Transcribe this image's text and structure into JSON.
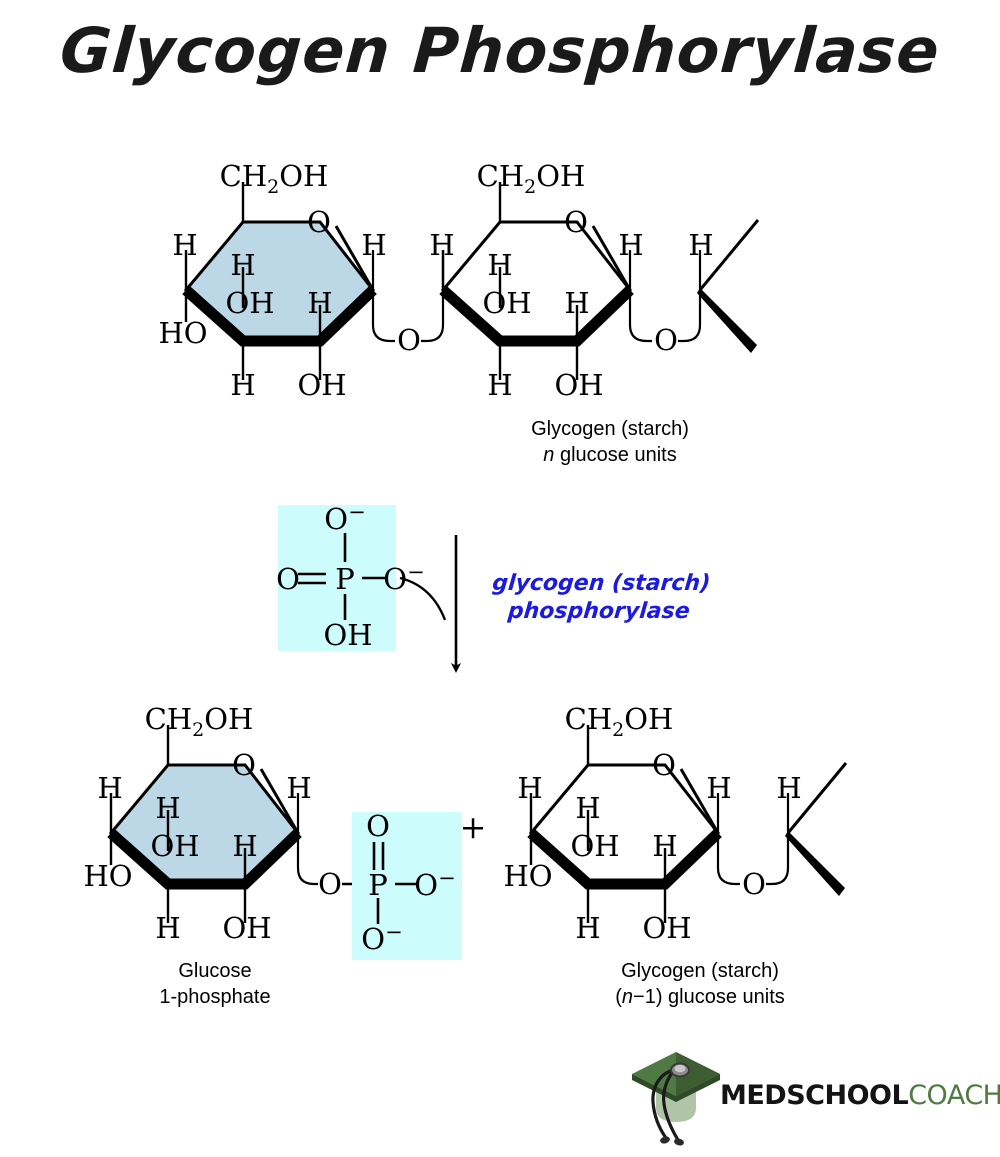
{
  "page": {
    "title": "Glycogen Phosphorylase",
    "background": "#ffffff"
  },
  "colors": {
    "ring_fill_shaded": "#bcd8e6",
    "ring_fill_plain": "#ffffff",
    "phosphate_box": "#ccfcfc",
    "enzyme_label": "#1a1ae0",
    "bond": "#000000",
    "logo_green": "#4f7a43",
    "logo_cap_dark": "#3d5c32",
    "logo_black": "#141414"
  },
  "reactant": {
    "caption_line1": "Glycogen (starch)",
    "caption_line2_italic": "n",
    "caption_line2_rest": " glucose units",
    "rings": [
      {
        "name": "glucose-unit-shaded",
        "shaded": true,
        "labels": {
          "c6": "CH",
          "c6_sub": "2",
          "c6_tail": "OH",
          "ring_oxygen": "O",
          "left_up": "H",
          "left_down": "HO",
          "inner_up": "H",
          "inner_oh": "OH",
          "inner_h": "H",
          "bottom_left": "H",
          "bottom_right": "OH",
          "right_up": "H"
        }
      },
      {
        "name": "glucose-unit-plain",
        "shaded": false,
        "labels": {
          "c6": "CH",
          "c6_sub": "2",
          "c6_tail": "OH",
          "ring_oxygen": "O",
          "left_up": "H",
          "inner_up": "H",
          "inner_oh": "OH",
          "inner_h": "H",
          "bottom_left": "H",
          "bottom_right": "OH",
          "right_up": "H"
        }
      }
    ],
    "glycosidic_oxygens": [
      "O",
      "O"
    ],
    "terminal_h": "H"
  },
  "phosphate_reactant": {
    "name": "inorganic-phosphate",
    "top": "O",
    "top_charge": "−",
    "left": "O",
    "center": "P",
    "right": "O",
    "right_charge": "−",
    "bottom": "OH",
    "double_bond": true
  },
  "enzyme": {
    "line1": "glycogen (starch)",
    "line2": "phosphorylase"
  },
  "arrow": {
    "direction": "down",
    "name": "reaction-arrow"
  },
  "product_left": {
    "caption_line1": "Glucose",
    "caption_line2": "1-phosphate",
    "ring": {
      "name": "glucose-1-phosphate-ring",
      "shaded": true,
      "labels": {
        "c6": "CH",
        "c6_sub": "2",
        "c6_tail": "OH",
        "ring_oxygen": "O",
        "left_up": "H",
        "left_down": "HO",
        "inner_up": "H",
        "inner_oh": "OH",
        "inner_h": "H",
        "bottom_left": "H",
        "bottom_right": "OH",
        "right_up": "H"
      }
    },
    "linkage_oxygen": "O",
    "phosphate": {
      "name": "phosphate-product",
      "top": "O",
      "center": "P",
      "right": "O",
      "right_charge": "−",
      "bottom": "O",
      "bottom_charge": "−",
      "double_bond": true
    }
  },
  "plus_sign": "+",
  "product_right": {
    "caption_line1": "Glycogen (starch)",
    "caption_line2_pre": "(",
    "caption_line2_italic": "n",
    "caption_line2_post": "−1) glucose units",
    "ring": {
      "name": "glycogen-shortened-ring",
      "shaded": false,
      "labels": {
        "c6": "CH",
        "c6_sub": "2",
        "c6_tail": "OH",
        "ring_oxygen": "O",
        "left_up": "H",
        "left_down": "HO",
        "inner_up": "H",
        "inner_oh": "OH",
        "inner_h": "H",
        "bottom_left": "H",
        "bottom_right": "OH",
        "right_up": "H"
      }
    },
    "glycosidic_oxygen": "O",
    "terminal_h": "H"
  },
  "logo": {
    "brand_bold": "MEDSCHOOL",
    "brand_light": "COACH"
  }
}
